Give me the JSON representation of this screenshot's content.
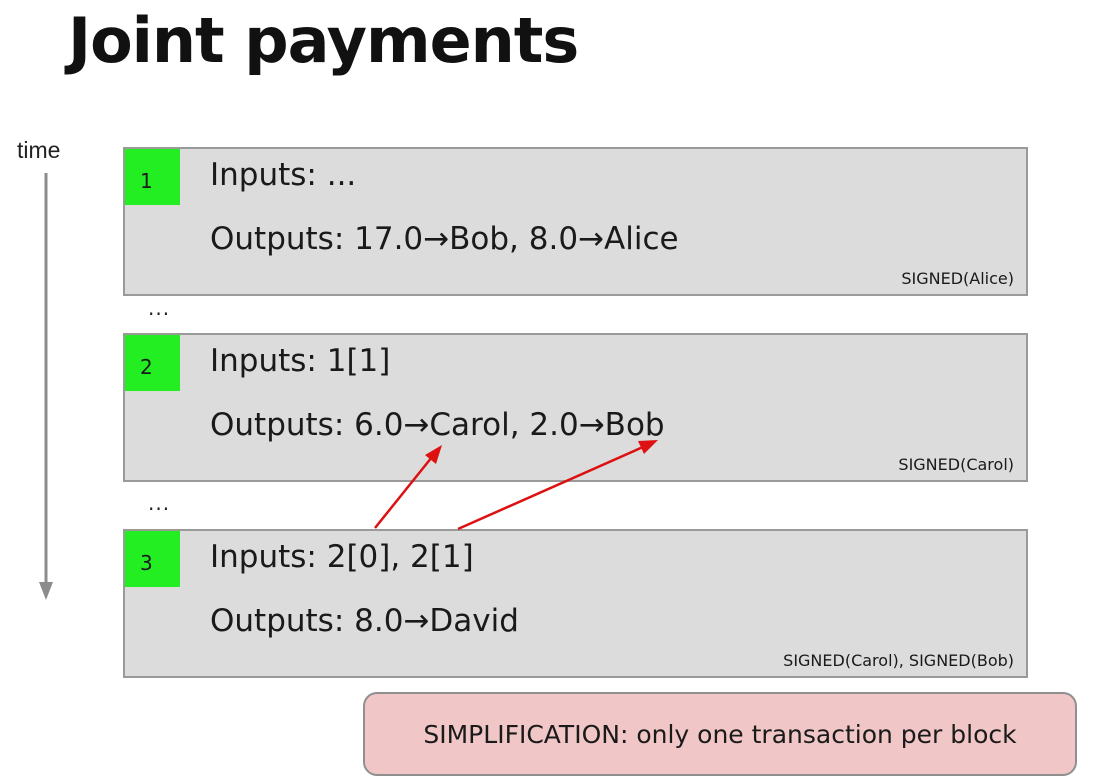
{
  "title": "Joint payments",
  "time_label": "time",
  "transactions": [
    {
      "id": "1",
      "inputs": "Inputs: ...",
      "outputs": "Outputs: 17.0→Bob, 8.0→Alice",
      "signed": "SIGNED(Alice)"
    },
    {
      "id": "2",
      "inputs": "Inputs: 1[1]",
      "outputs": "Outputs: 6.0→Carol, 2.0→Bob",
      "signed": "SIGNED(Carol)"
    },
    {
      "id": "3",
      "inputs": "Inputs: 2[0], 2[1]",
      "outputs": "Outputs: 8.0→David",
      "signed": "SIGNED(Carol), SIGNED(Bob)"
    }
  ],
  "ellipses": [
    "...",
    "..."
  ],
  "note": "SIMPLIFICATION: only one transaction per block",
  "colors": {
    "badge": "#22ee22",
    "block": "#dcdcdc",
    "arrow": "#dd1111",
    "note": "#f0c6c6"
  }
}
